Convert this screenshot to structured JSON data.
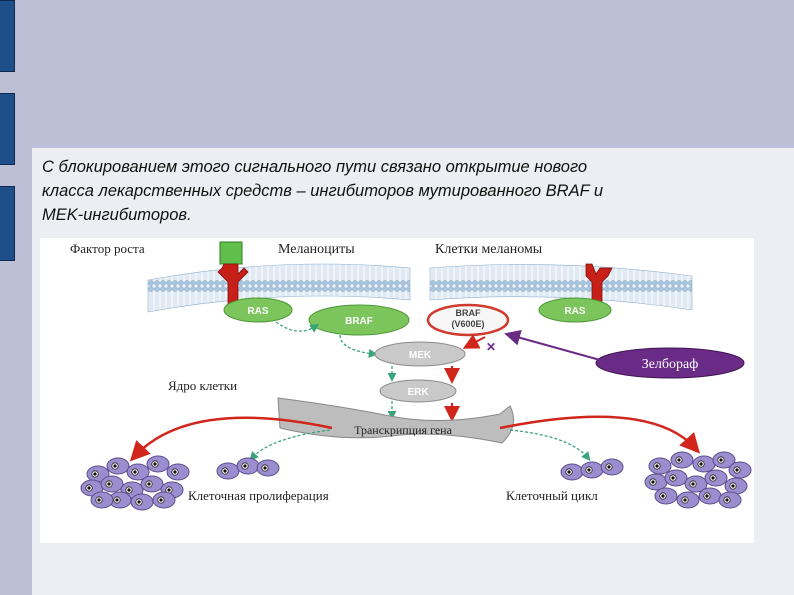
{
  "slide": {
    "text_lines": [
      "С блокированием этого сигнального пути связано открытие нового",
      "класса лекарственных средств – ингибиторов мутированного BRAF и",
      "MEK-ингибиторов."
    ]
  },
  "diagram": {
    "growth_factor": "Фактор роста",
    "melanocytes": "Меланоциты",
    "melanoma_cells": "Клетки меланомы",
    "ras_left": "RAS",
    "braf_left": "BRAF",
    "braf_mut_1": "BRAF",
    "braf_mut_2": "(V600E)",
    "ras_right": "RAS",
    "mek": "MEK",
    "erk": "ERK",
    "zelboraf": "Зелбораф",
    "nucleus": "Ядро клетки",
    "transcription": "Транскрипция гена",
    "proliferation": "Клеточная пролиферация",
    "cell_cycle": "Клеточный цикл",
    "colors": {
      "membrane": "#a9c6de",
      "receptor": "#c62018",
      "green_node": "#7cc45c",
      "mutant_braf": "#cf3b2c",
      "kinase": "#c9c9c9",
      "drug": "#6a2b86",
      "cells": "#9b8ed0"
    }
  }
}
